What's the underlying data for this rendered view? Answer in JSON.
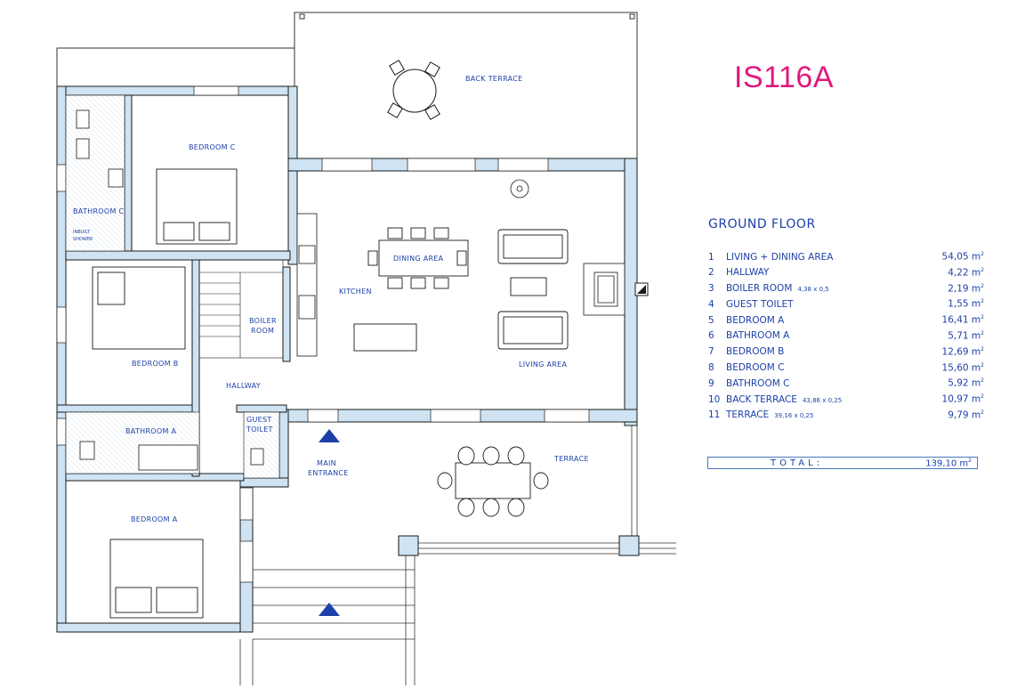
{
  "project_code": "IS116A",
  "legend": {
    "title": "GROUND FLOOR",
    "rooms": [
      {
        "num": "1",
        "name": "LIVING + DINING AREA",
        "note": "",
        "area": "54,05 m",
        "unit_exp": "2"
      },
      {
        "num": "2",
        "name": "HALLWAY",
        "note": "",
        "area": "4,22 m",
        "unit_exp": "2"
      },
      {
        "num": "3",
        "name": "BOILER ROOM",
        "note": "4,38 x 0,5",
        "area": "2,19 m",
        "unit_exp": "2"
      },
      {
        "num": "4",
        "name": "GUEST TOILET",
        "note": "",
        "area": "1,55 m",
        "unit_exp": "2"
      },
      {
        "num": "5",
        "name": "BEDROOM A",
        "note": "",
        "area": "16,41 m",
        "unit_exp": "2"
      },
      {
        "num": "6",
        "name": "BATHROOM A",
        "note": "",
        "area": "5,71 m",
        "unit_exp": "2"
      },
      {
        "num": "7",
        "name": "BEDROOM B",
        "note": "",
        "area": "12,69 m",
        "unit_exp": "2"
      },
      {
        "num": "8",
        "name": "BEDROOM C",
        "note": "",
        "area": "15,60 m",
        "unit_exp": "2"
      },
      {
        "num": "9",
        "name": "BATHROOM C",
        "note": "",
        "area": "5,92 m",
        "unit_exp": "2"
      },
      {
        "num": "10",
        "name": "BACK TERRACE",
        "note": "43,86 x 0,25",
        "area": "10,97 m",
        "unit_exp": "2"
      },
      {
        "num": "11",
        "name": "TERRACE",
        "note": "39,16 x 0,25",
        "area": "9,79 m",
        "unit_exp": "2"
      }
    ],
    "total_label": "TOTAL:",
    "total_area": "139,10 m",
    "total_unit_exp": "2"
  },
  "plan_labels": {
    "back_terrace": "BACK TERRACE",
    "bedroom_c": "BEDROOM C",
    "bathroom_c": "BATHROOM C",
    "inbuilt_shower_1": "INBUILT",
    "inbuilt_shower_2": "SHOWER",
    "dining_area": "DINING AREA",
    "kitchen": "KITCHEN",
    "boiler_room_1": "BOILER",
    "boiler_room_2": "ROOM",
    "bedroom_b": "BEDROOM B",
    "living_area": "LIVING AREA",
    "hallway": "HALLWAY",
    "guest_toilet_1": "GUEST",
    "guest_toilet_2": "TOILET",
    "bathroom_a": "BATHROOM A",
    "main_entrance_1": "MAIN",
    "main_entrance_2": "ENTRANCE",
    "terrace": "TERRACE",
    "bedroom_a": "BEDROOM A"
  },
  "colors": {
    "wall_fill": "#cfe3f2",
    "wall_stroke": "#1a1a1a",
    "label": "#1d3fa8",
    "code": "#e0197d",
    "entrance_arrow": "#1d3fa8"
  }
}
